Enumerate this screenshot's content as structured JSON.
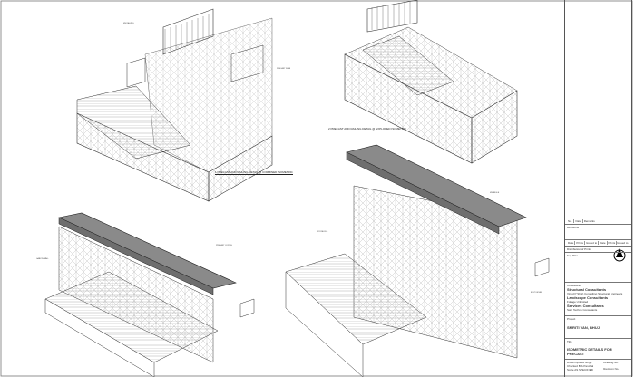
{
  "drawings": [
    {
      "number": "1",
      "caption": "PRECAST AND RAILING DETAIL @ COMBINED ISOMETRIC"
    },
    {
      "number": "2",
      "caption": "PRECAST AND RAILING DETAIL @ EXPLODED ISOMETRIC"
    }
  ],
  "annotations": [
    "MS RAILING",
    "PRECAST SLAB",
    "GABION WALL",
    "PRECAST COPING",
    "STONE FILL",
    "MS ANGLE",
    "BOLT DETAIL"
  ],
  "title_block": {
    "rev_headers": [
      "No.",
      "Date",
      "Remarks"
    ],
    "revisions_label": "Revisions",
    "dist_headers": [
      "Date",
      "Prints",
      "Issued to",
      "Date",
      "Prints",
      "Issued to"
    ],
    "distribution_label": "Distribution of Prints",
    "key_plan_label": "Key Plan",
    "consultants_label": "Consultants",
    "consultants": [
      {
        "role": "Structural Consultants",
        "name": "Vinod P Shah Consulting Structural Engineers"
      },
      {
        "role": "Landscape Consultants",
        "name": "Foliage Unlimited"
      },
      {
        "role": "Services Consultants",
        "name": "Sath Techno Consultants"
      }
    ],
    "project_label": "Project",
    "project": "SMRITI VAN, BHUJ",
    "title_label": "Title",
    "title": "ISOMETRIC DETAILS FOR PRECAST",
    "drawn_label": "Drawn",
    "drawn": "Apurva Singh",
    "checked_label": "Checked",
    "checked": "B.S.Panchal",
    "scale_label": "Scale",
    "scale": "AS SPECIFIED",
    "drawing_no_label": "Drawing No.",
    "revision_no_label": "Revision No."
  }
}
